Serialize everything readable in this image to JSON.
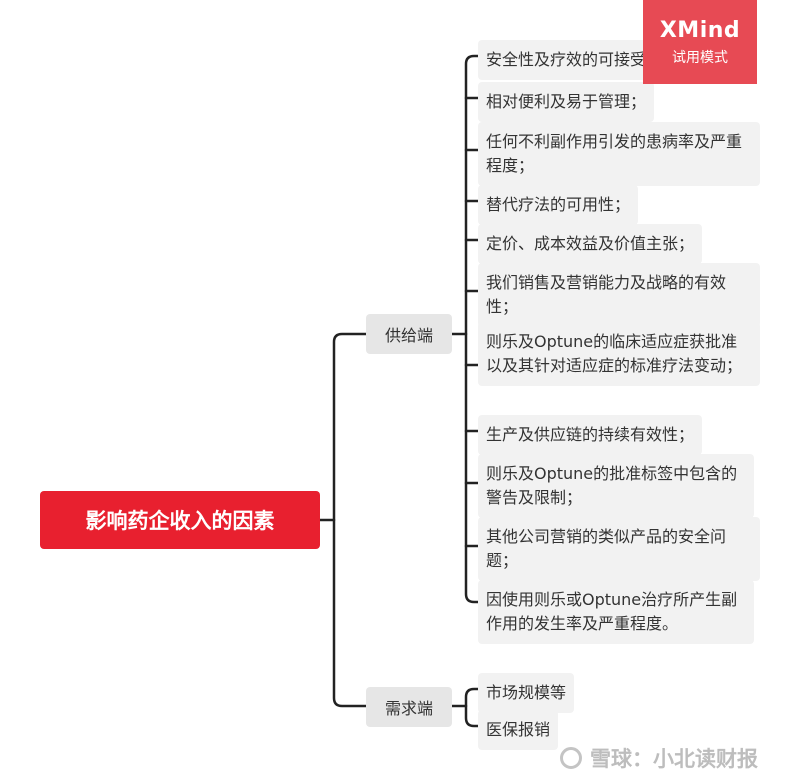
{
  "badge": {
    "brand": "XMind",
    "mode": "试用模式"
  },
  "root": {
    "label": "影响药企收入的因素"
  },
  "supply": {
    "label": "供给端",
    "items": [
      "安全性及疗效的可接受证据",
      "相对便利及易于管理；",
      "任何不利副作用引发的患病率及严重程度；",
      "替代疗法的可用性；",
      "定价、成本效益及价值主张；",
      "我们销售及营销能力及战略的有效性；",
      "则乐及Optune的临床适应症获批准以及其针对适应症的标准疗法变动；",
      "生产及供应链的持续有效性；",
      "则乐及Optune的批准标签中包含的警告及限制；",
      "其他公司营销的类似产品的安全问题；",
      "因使用则乐或Optune治疗所产生副作用的发生率及严重程度。"
    ]
  },
  "demand": {
    "label": "需求端",
    "items": [
      "市场规模等",
      "医保报销"
    ]
  },
  "watermark": {
    "text": "雪球：小北读财报"
  },
  "colors": {
    "root": "#e8202f",
    "badge": "#e74a54",
    "line": "#222222",
    "node_bg": "#f2f2f2",
    "branch_bg": "#e6e6e6"
  }
}
